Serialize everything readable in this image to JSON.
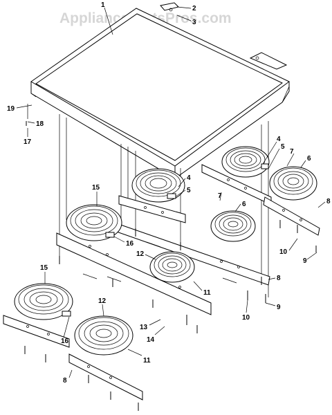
{
  "watermark": "AppliancePartsPros.com",
  "callouts": {
    "c1": "1",
    "c2": "2",
    "c3": "3",
    "c4a": "4",
    "c4b": "4",
    "c5a": "5",
    "c5b": "5",
    "c6a": "6",
    "c6b": "6",
    "c7a": "7",
    "c7b": "7",
    "c8a": "8",
    "c8b": "8",
    "c8c": "8",
    "c9a": "9",
    "c9b": "9",
    "c10a": "10",
    "c10b": "10",
    "c11a": "11",
    "c11b": "11",
    "c12a": "12",
    "c12b": "12",
    "c13": "13",
    "c14": "14",
    "c15a": "15",
    "c15b": "15",
    "c16a": "16",
    "c16b": "16",
    "c17": "17",
    "c18": "18",
    "c19": "19"
  }
}
